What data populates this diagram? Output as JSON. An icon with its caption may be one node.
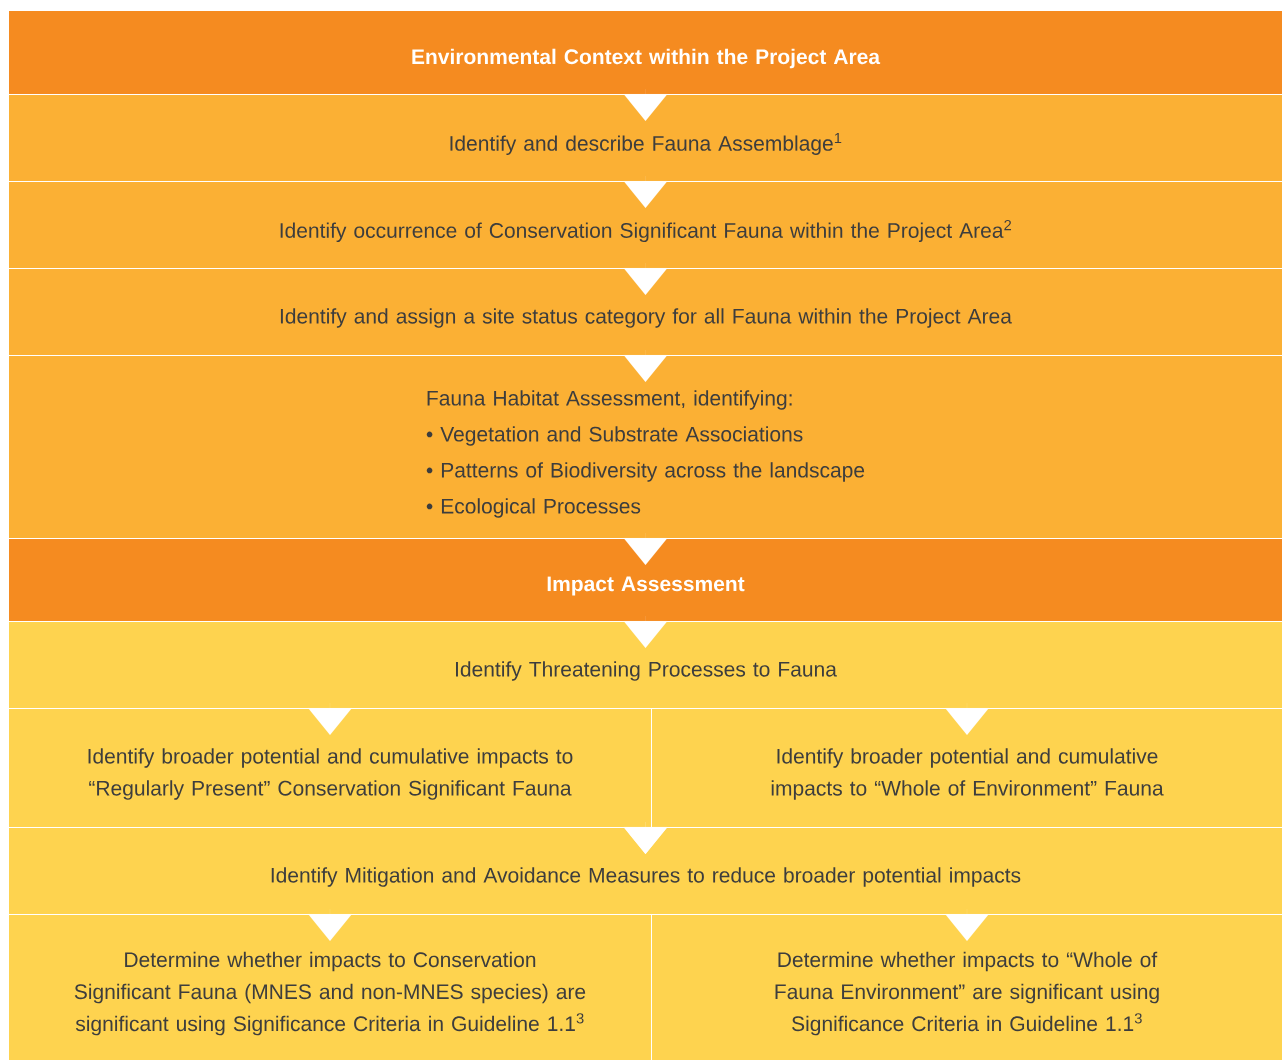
{
  "diagram": {
    "nodes": [
      {
        "text": [
          "Environmental Context within the Project Area"
        ]
      },
      {
        "text": [
          "Identify and describe Fauna Assemblage$^{1}$"
        ]
      },
      {
        "text": [
          "Identify occurrence of Conservation Significant Fauna within the Project Area$^{2}$"
        ]
      },
      {
        "text": [
          "Identify and assign a site status category for all Fauna within the Project Area"
        ]
      },
      {
        "text": [
          "Fauna Habitat Assessment, identifying:",
          "• Vegetation and Substrate Associations",
          "• Patterns of Biodiversity across the landscape",
          "• Ecological Processes"
        ]
      },
      {
        "text": [
          "Impact Assessment"
        ]
      },
      {
        "text": [
          "Identify Threatening Processes to Fauna"
        ]
      },
      {
        "text": [
          "Identify broader potential and cumulative impacts to “Regularly Present” Conservation Significant Fauna"
        ]
      },
      {
        "text": [
          "Identify broader potential and cumulative impacts to “Whole of Environment” Fauna"
        ]
      },
      {
        "text": [
          "Identify Mitigation and Avoidance Measures to reduce broader potential impacts"
        ]
      },
      {
        "text": [
          "Determine whether impacts to Conservation Significant Fauna (MNES and non-MNES species) are significant using Significance Criteria in Guideline 1.1$^{3}$"
        ]
      },
      {
        "text": [
          "Determine whether impacts to “Whole of Fauna Environment” are significant using Significance Criteria in Guideline 1.1$^{3}$"
        ]
      }
    ],
    "edges": [
      {
        "from": 0,
        "to": 1,
        "arrow": "to"
      },
      {
        "from": 1,
        "to": 2,
        "arrow": "to"
      },
      {
        "from": 2,
        "to": 3,
        "arrow": "to"
      },
      {
        "from": 3,
        "to": 4,
        "arrow": "to"
      },
      {
        "from": 4,
        "to": 5,
        "arrow": "to"
      },
      {
        "from": 5,
        "to": 6,
        "arrow": "to"
      },
      {
        "from": 6,
        "to": 7,
        "arrow": "to"
      },
      {
        "from": 6,
        "to": 8,
        "arrow": "to"
      },
      {
        "from": 7,
        "to": 9,
        "arrow": "to"
      },
      {
        "from": 8,
        "to": 9,
        "arrow": "to"
      },
      {
        "from": 9,
        "to": 10,
        "arrow": "to"
      },
      {
        "from": 9,
        "to": 11,
        "arrow": "to"
      }
    ]
  }
}
